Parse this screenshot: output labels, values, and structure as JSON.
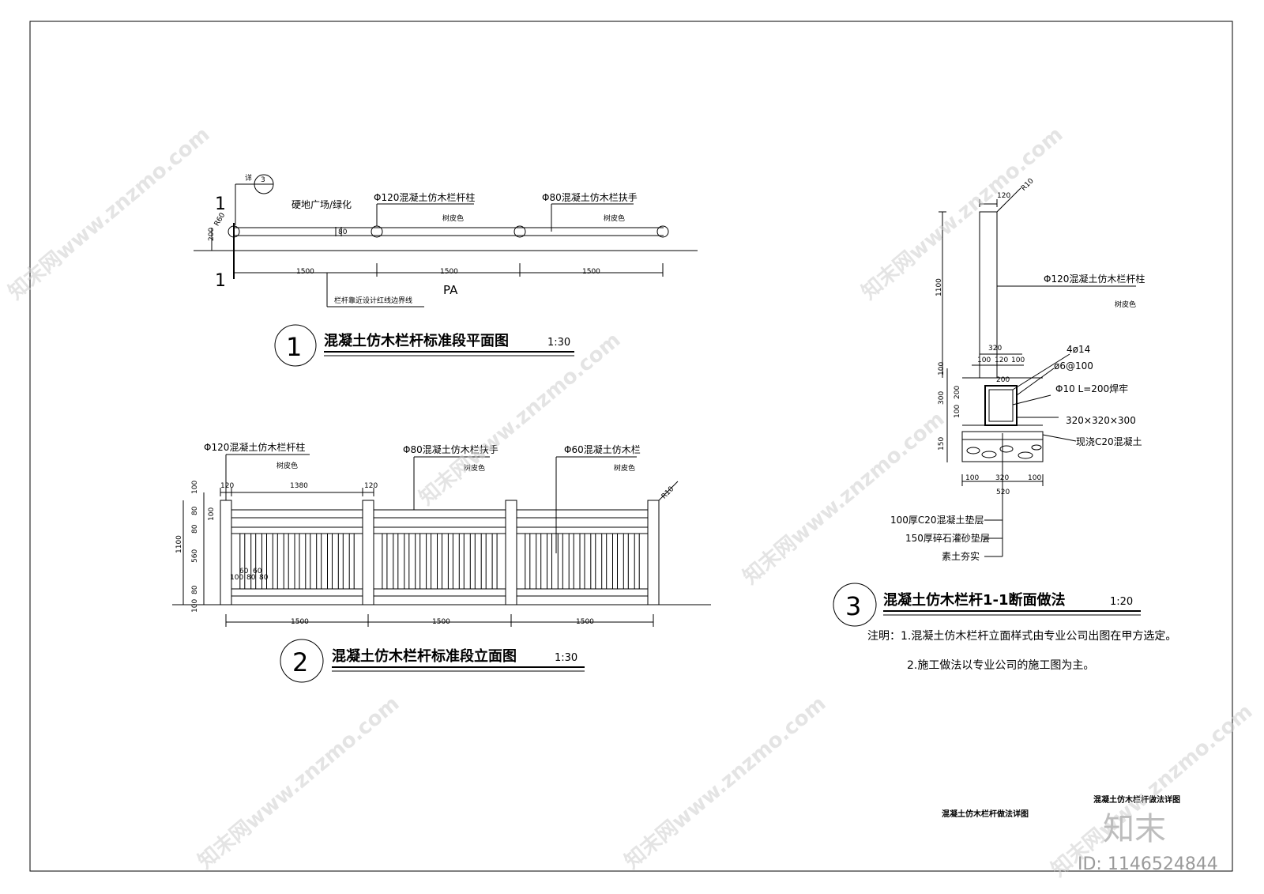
{
  "drawing_sheet": {
    "footer_title": "混凝土仿木栏杆做法详图",
    "footer_title_2": "混凝土仿木栏杆做法详图"
  },
  "plan": {
    "number": "1",
    "title": "混凝土仿木栏杆标准段平面图",
    "scale": "1:30",
    "section_mark": "1",
    "detail_ref_prefix": "详",
    "detail_ref_num": "3",
    "area_label": "硬地广场/绿化",
    "post_label": "Φ120混凝土仿木栏杆柱",
    "post_color": "树皮色",
    "rail_label": "Φ80混凝土仿木栏扶手",
    "rail_color": "树皮色",
    "radius": "R60",
    "rail_dim": "80",
    "depth_dim": "200",
    "spans": [
      "1500",
      "1500",
      "1500"
    ],
    "pa": "PA",
    "boundary_note": "栏杆靠近设计红线边界线"
  },
  "elevation": {
    "number": "2",
    "title": "混凝土仿木栏杆标准段立面图",
    "scale": "1:30",
    "post_label": "Φ120混凝土仿木栏杆柱",
    "post_color": "树皮色",
    "rail_label": "Φ80混凝土仿木栏扶手",
    "rail_color": "树皮色",
    "baluster_label": "Φ60混凝土仿木栏",
    "baluster_color": "树皮色",
    "top_dims": [
      "120",
      "1380",
      "120"
    ],
    "radius": "R10",
    "left_dims": [
      "100",
      "80",
      "80",
      "560",
      "80",
      "100"
    ],
    "total_height": "1100",
    "inner_dim": "100",
    "baluster_dims": [
      "100",
      "60",
      "80",
      "60",
      "80"
    ],
    "spans": [
      "1500",
      "1500",
      "1500"
    ]
  },
  "section": {
    "number": "3",
    "title": "混凝土仿木栏杆1-1断面做法",
    "scale": "1:20",
    "top_width": "120",
    "radius": "R10",
    "height": "1100",
    "post_label": "Φ120混凝土仿木栏杆柱",
    "post_color": "树皮色",
    "dims_320": "320",
    "dims_row": [
      "100",
      "120",
      "100"
    ],
    "footing_dims_left": [
      "100",
      "300",
      "150"
    ],
    "inner_dims": [
      "200",
      "100"
    ],
    "dim_200": "200",
    "rebar_1": "4ø14",
    "rebar_2": "ø6@100",
    "rebar_3": "Φ10  L=200焊牢",
    "footing_size": "320×320×300",
    "concrete": "现浇C20混凝土",
    "bottom_dims": [
      "100",
      "320",
      "100"
    ],
    "bottom_total": "520",
    "layers": [
      "100厚C20混凝土垫层",
      "150厚碎石灌砂垫层",
      "素土夯实"
    ]
  },
  "notes": {
    "line1": "注明：1.混凝土仿木栏杆立面样式由专业公司出图在甲方选定。",
    "line2": "2.施工做法以专业公司的施工图为主。"
  },
  "watermark": {
    "site": "知末网www.znzmo.com",
    "brand": "知末",
    "id": "ID: 1146524844"
  }
}
